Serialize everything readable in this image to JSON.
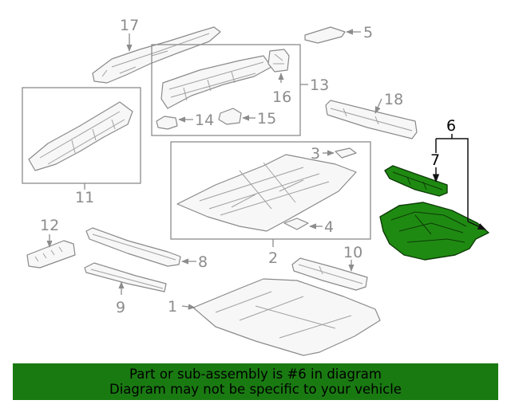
{
  "callouts": {
    "c1": "1",
    "c2": "2",
    "c3": "3",
    "c4": "4",
    "c5": "5",
    "c6": "6",
    "c7": "7",
    "c8": "8",
    "c9": "9",
    "c10": "10",
    "c11": "11",
    "c12": "12",
    "c13": "13",
    "c14": "14",
    "c15": "15",
    "c16": "16",
    "c17": "17",
    "c18": "18"
  },
  "highlight": {
    "part_number": "6",
    "sub_part_number": "7",
    "color": "#1f8a12"
  },
  "banner": {
    "line1": "Part or sub-assembly is #6 in diagram",
    "line2": "Diagram may not be specific to your vehicle",
    "background": "#1a7a12"
  }
}
